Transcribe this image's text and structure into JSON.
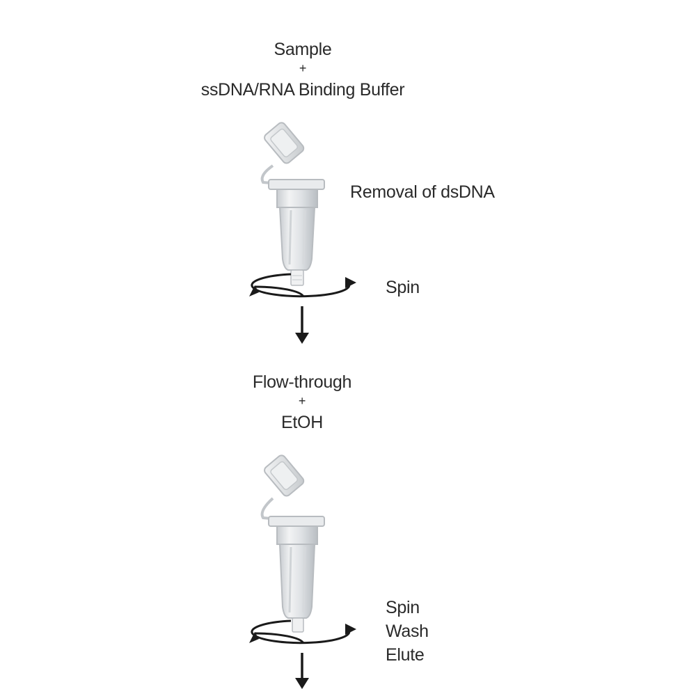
{
  "step1": {
    "line1": "Sample",
    "plus": "+",
    "line2": "ssDNA/RNA Binding Buffer"
  },
  "step2": {
    "removal": "Removal of dsDNA",
    "spin": "Spin"
  },
  "step3": {
    "line1": "Flow-through",
    "plus": "+",
    "line2": "EtOH"
  },
  "step4": {
    "spin": "Spin",
    "wash": "Wash",
    "elute": "Elute"
  },
  "colors": {
    "text": "#2a2a2a",
    "arrow": "#1a1a1a",
    "tube_body": "#e4e6e8",
    "tube_edge": "#b8bcc0"
  },
  "icons": [
    "spin-column-tube-icon",
    "rotation-arrow-icon",
    "down-arrow-icon"
  ]
}
